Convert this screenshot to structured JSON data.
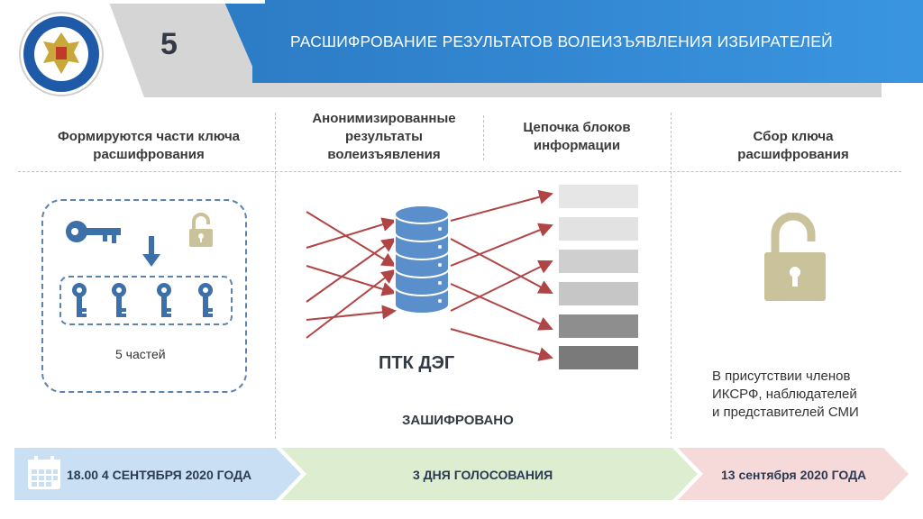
{
  "header": {
    "step_number": "5",
    "title": "РАСШИФРОВАНИЕ РЕЗУЛЬТАТОВ ВОЛЕИЗЪЯВЛЕНИЯ ИЗБИРАТЕЛЕЙ",
    "emblem_icon": "cec-emblem-icon",
    "colors": {
      "blue": "#2d7cc6",
      "gray": "#d5d5d5"
    }
  },
  "columns": {
    "col1": {
      "heading_line1": "Формируются части ключа",
      "heading_line2": "расшифрования"
    },
    "col2": {
      "heading_line1": "Анонимизированные",
      "heading_line2": "результаты",
      "heading_line3": "волеизъявления"
    },
    "col3": {
      "heading_line1": "Цепочка блоков",
      "heading_line2": "информации"
    },
    "col4": {
      "heading_line1": "Сбор ключа",
      "heading_line2": "расшифрования"
    }
  },
  "keys": {
    "parts_label": "5 частей",
    "icons": [
      "key-icon",
      "lock-open-icon",
      "arrow-down-icon",
      "key-icon"
    ]
  },
  "server": {
    "label": "ПТК ДЭГ",
    "status": "ЗАШИФРОВАНО",
    "block_colors": [
      "#e6e6e6",
      "#e2e2e2",
      "#cfcfcf",
      "#c6c6c6",
      "#8e8e8e",
      "#7a7a7a"
    ]
  },
  "collection": {
    "presence_line1": "В присутствии членов",
    "presence_line2": "ИКСРФ, наблюдателей",
    "presence_line3": "и представителей СМИ"
  },
  "timeline": {
    "start": "18.00 4 СЕНТЯБРЯ 2020 ГОДА",
    "middle": "3 ДНЯ ГОЛОСОВАНИЯ",
    "end": "13 сентября 2020 ГОДА",
    "colors": {
      "start": "#c9e0f4",
      "middle": "#dcedd0",
      "end": "#f6d9d9"
    }
  }
}
